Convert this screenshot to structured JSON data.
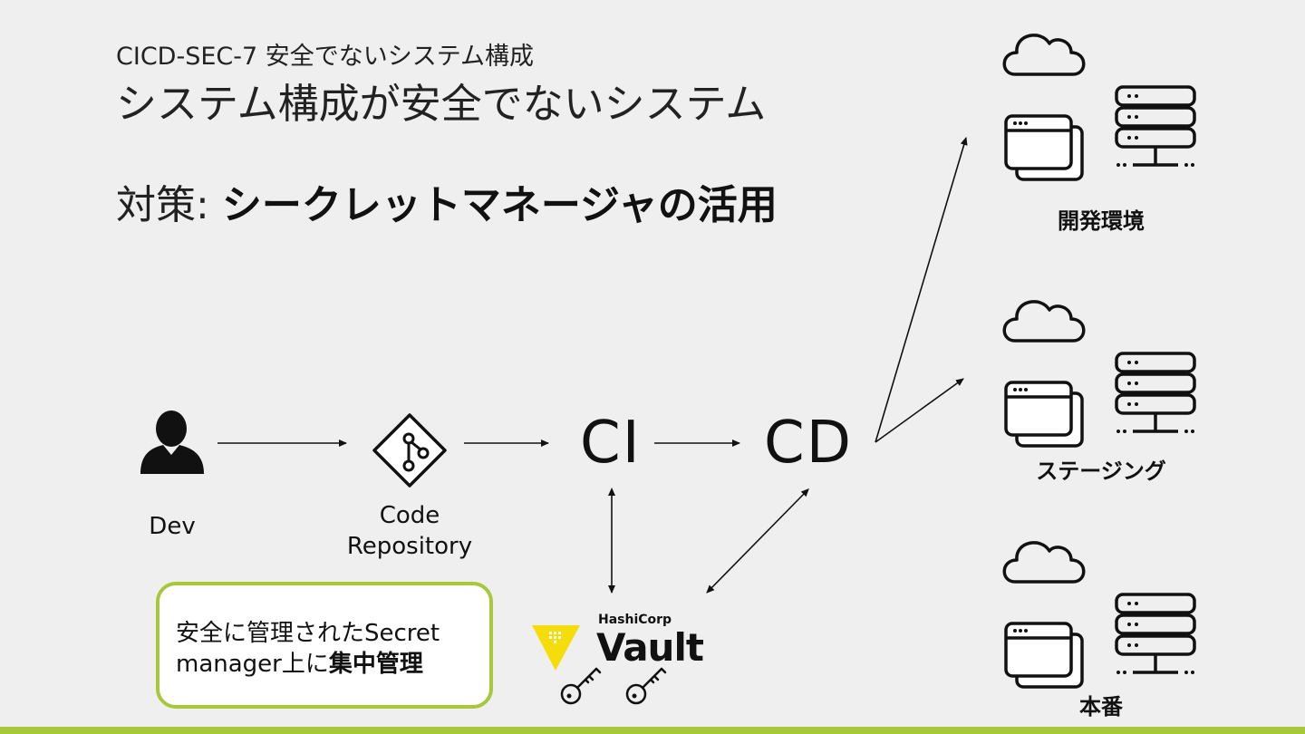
{
  "header": {
    "subtitle": "CICD-SEC-7 安全でないシステム構成",
    "title": "システム構成が安全でないシステム",
    "measure_label": "対策:",
    "measure_value": "シークレットマネージャの活用"
  },
  "nodes": {
    "dev": "Dev",
    "repo_line1": "Code",
    "repo_line2": "Repository",
    "ci": "CI",
    "cd": "CD"
  },
  "environments": {
    "dev": "開発環境",
    "staging": "ステージング",
    "production": "本番"
  },
  "vault": {
    "brand_small": "HashiCorp",
    "brand_big": "Vault",
    "accent_color": "#f5dd0c"
  },
  "note": {
    "line1": "安全に管理されたSecret",
    "line2_prefix": "manager上に",
    "line2_bold": "集中管理"
  },
  "colors": {
    "background": "#efefef",
    "accent": "#a6c83a"
  }
}
